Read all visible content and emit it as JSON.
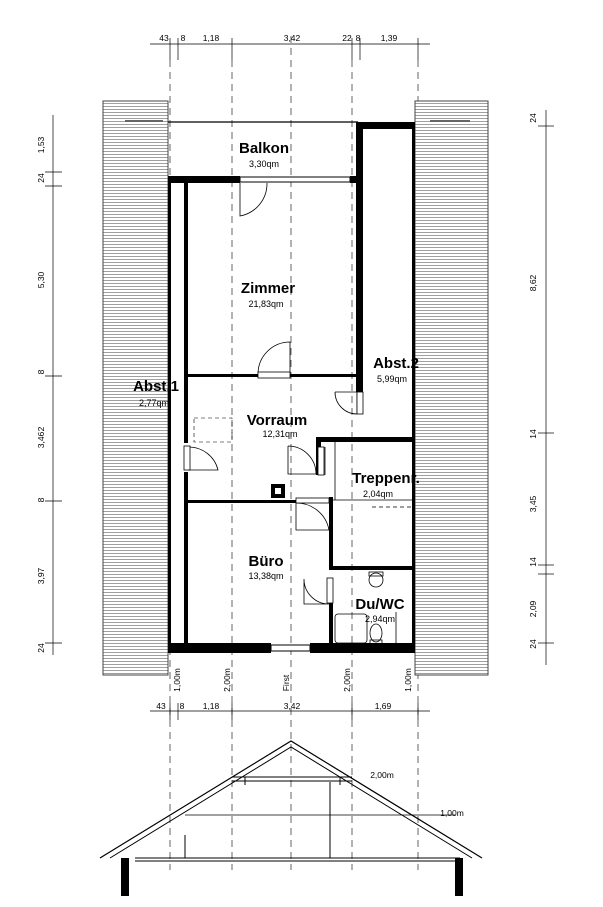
{
  "dimensions_top": [
    "43",
    "8",
    "1,18",
    "3,42",
    "22",
    "8",
    "1,39"
  ],
  "dimensions_bottom": [
    "43",
    "8",
    "1,18",
    "3,42",
    "1,69"
  ],
  "dimensions_left": [
    "1,53",
    "24",
    "5,30",
    "8",
    "3,46",
    "2",
    "8",
    "3,97",
    "24"
  ],
  "dimensions_right": [
    "24",
    "8,62",
    "14",
    "3,45",
    "14",
    "2,09",
    "24"
  ],
  "vertical_labels": [
    "1,00m",
    "2,00m",
    "First",
    "2,00m",
    "1,00m"
  ],
  "section_labels": [
    "2,00m",
    "1,00m"
  ],
  "rooms": [
    {
      "name": "Balkon",
      "area": "3,30qm"
    },
    {
      "name": "Zimmer",
      "area": "21,83qm"
    },
    {
      "name": "Abst.2",
      "area": "5,99qm"
    },
    {
      "name": "Abst.1",
      "area": "2,77qm"
    },
    {
      "name": "Vorraum",
      "area": "12,31qm"
    },
    {
      "name": "Treppenr.",
      "area": "2,04qm"
    },
    {
      "name": "Büro",
      "area": "13,38qm"
    },
    {
      "name": "Du/WC",
      "area": "2,94qm"
    }
  ]
}
